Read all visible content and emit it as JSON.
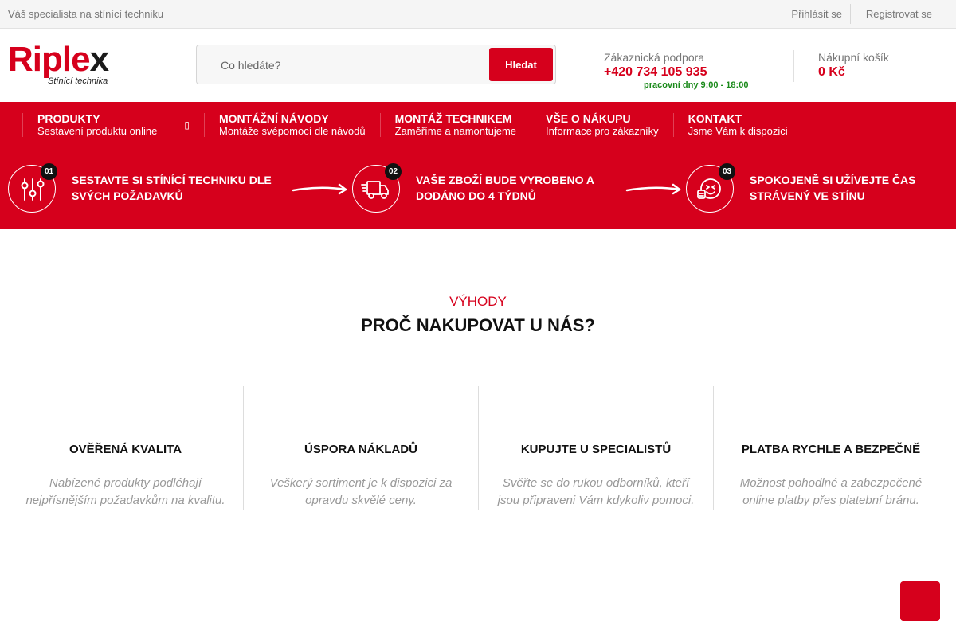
{
  "topbar": {
    "tagline": "Váš specialista na stínící techniku",
    "login": "Přihlásit se",
    "register": "Registrovat se"
  },
  "header": {
    "logo": {
      "brand_main": "Riple",
      "brand_x": "x",
      "subtitle": "Stínící technika"
    },
    "search": {
      "placeholder": "Co hledáte?",
      "button": "Hledat"
    },
    "support": {
      "label": "Zákaznická podpora",
      "phone": "+420 734 105 935",
      "hours": "pracovní dny 9:00 - 18:00"
    },
    "cart": {
      "label": "Nákupní košík",
      "price": "0 Kč"
    }
  },
  "nav": [
    {
      "title": "PRODUKTY",
      "subtitle": "Sestavení produktu online",
      "caret": "▯"
    },
    {
      "title": "MONTÁŽNÍ NÁVODY",
      "subtitle": "Montáže svépomocí dle návodů"
    },
    {
      "title": "MONTÁŽ TECHNIKEM",
      "subtitle": "Zaměříme a namontujeme"
    },
    {
      "title": "VŠE O NÁKUPU",
      "subtitle": "Informace pro zákazníky"
    },
    {
      "title": "KONTAKT",
      "subtitle": "Jsme Vám k dispozici"
    }
  ],
  "steps": [
    {
      "num": "01",
      "line1": "Sestavte si stínící techniku dle",
      "line2": "svých požadavků",
      "icon": "sliders-icon"
    },
    {
      "num": "02",
      "line1": "Vaše zboží bude vyrobeno a",
      "line2": "dodáno do 4 týdnů",
      "icon": "delivery-truck-icon"
    },
    {
      "num": "03",
      "line1": "Spokojeně si užívejte čas",
      "line2": "strávený ve stínu",
      "icon": "happy-face-icon"
    }
  ],
  "advantages": {
    "kicker": "VÝHODY",
    "heading": "PROČ NAKUPOVAT U NÁS?",
    "items": [
      {
        "title": "OVĚŘENÁ KVALITA",
        "desc": "Nabízené produkty podléhají nejpřísnějším požadavkům na kvalitu."
      },
      {
        "title": "ÚSPORA NÁKLADŮ",
        "desc": "Veškerý sortiment je k dispozici za opravdu skvělé ceny."
      },
      {
        "title": "KUPUJTE U SPECIALISTŮ",
        "desc": "Svěřte se do rukou odborníků, kteří jsou připraveni Vám kdykoliv pomoci."
      },
      {
        "title": "PLATBA RYCHLE A BEZPEČNĚ",
        "desc": "Možnost pohodlné a zabezpečené online platby přes platební bránu."
      }
    ]
  },
  "colors": {
    "brand_red": "#d6001c",
    "hours_green": "#1a8a1a"
  }
}
